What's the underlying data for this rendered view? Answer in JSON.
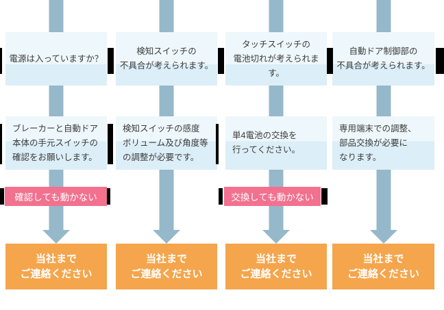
{
  "diagram": {
    "type": "troubleshooting-flowchart",
    "language": "ja",
    "columns": [
      {
        "question": "電源は入っていますか？",
        "action": "ブレーカーと自動ドア\n本体の手元スイッチの\n確認をお願いします。",
        "retry_label": "確認しても動かない",
        "contact": "当社まで\nご連絡ください"
      },
      {
        "question": "検知スイッチの\n不具合が考えられます。",
        "action": "検知スイッチの感度\nボリューム及び角度等\nの調整が必要です。",
        "contact": "当社まで\nご連絡ください"
      },
      {
        "question": "タッチスイッチの\n電池切れが考えられます。",
        "action": "単4電池の交換を\n行ってください。",
        "retry_label": "交換しても動かない",
        "contact": "当社まで\nご連絡ください"
      },
      {
        "question": "自動ドア制御部の\n不具合が考えられます。",
        "action": "専用端末での調整、\n部品交換が必要に\nなります。",
        "contact": "当社まで\nご連絡ください"
      }
    ],
    "colors": {
      "box_blue_top": "#eef7fb",
      "box_blue_bottom": "#dceef7",
      "arrow_blue": "#95b8ca",
      "retry_pink": "#f2718f",
      "contact_orange": "#f5a54c",
      "connector_black": "#000000",
      "box_text": "#3b3b3b",
      "label_text": "#ffffff"
    }
  }
}
